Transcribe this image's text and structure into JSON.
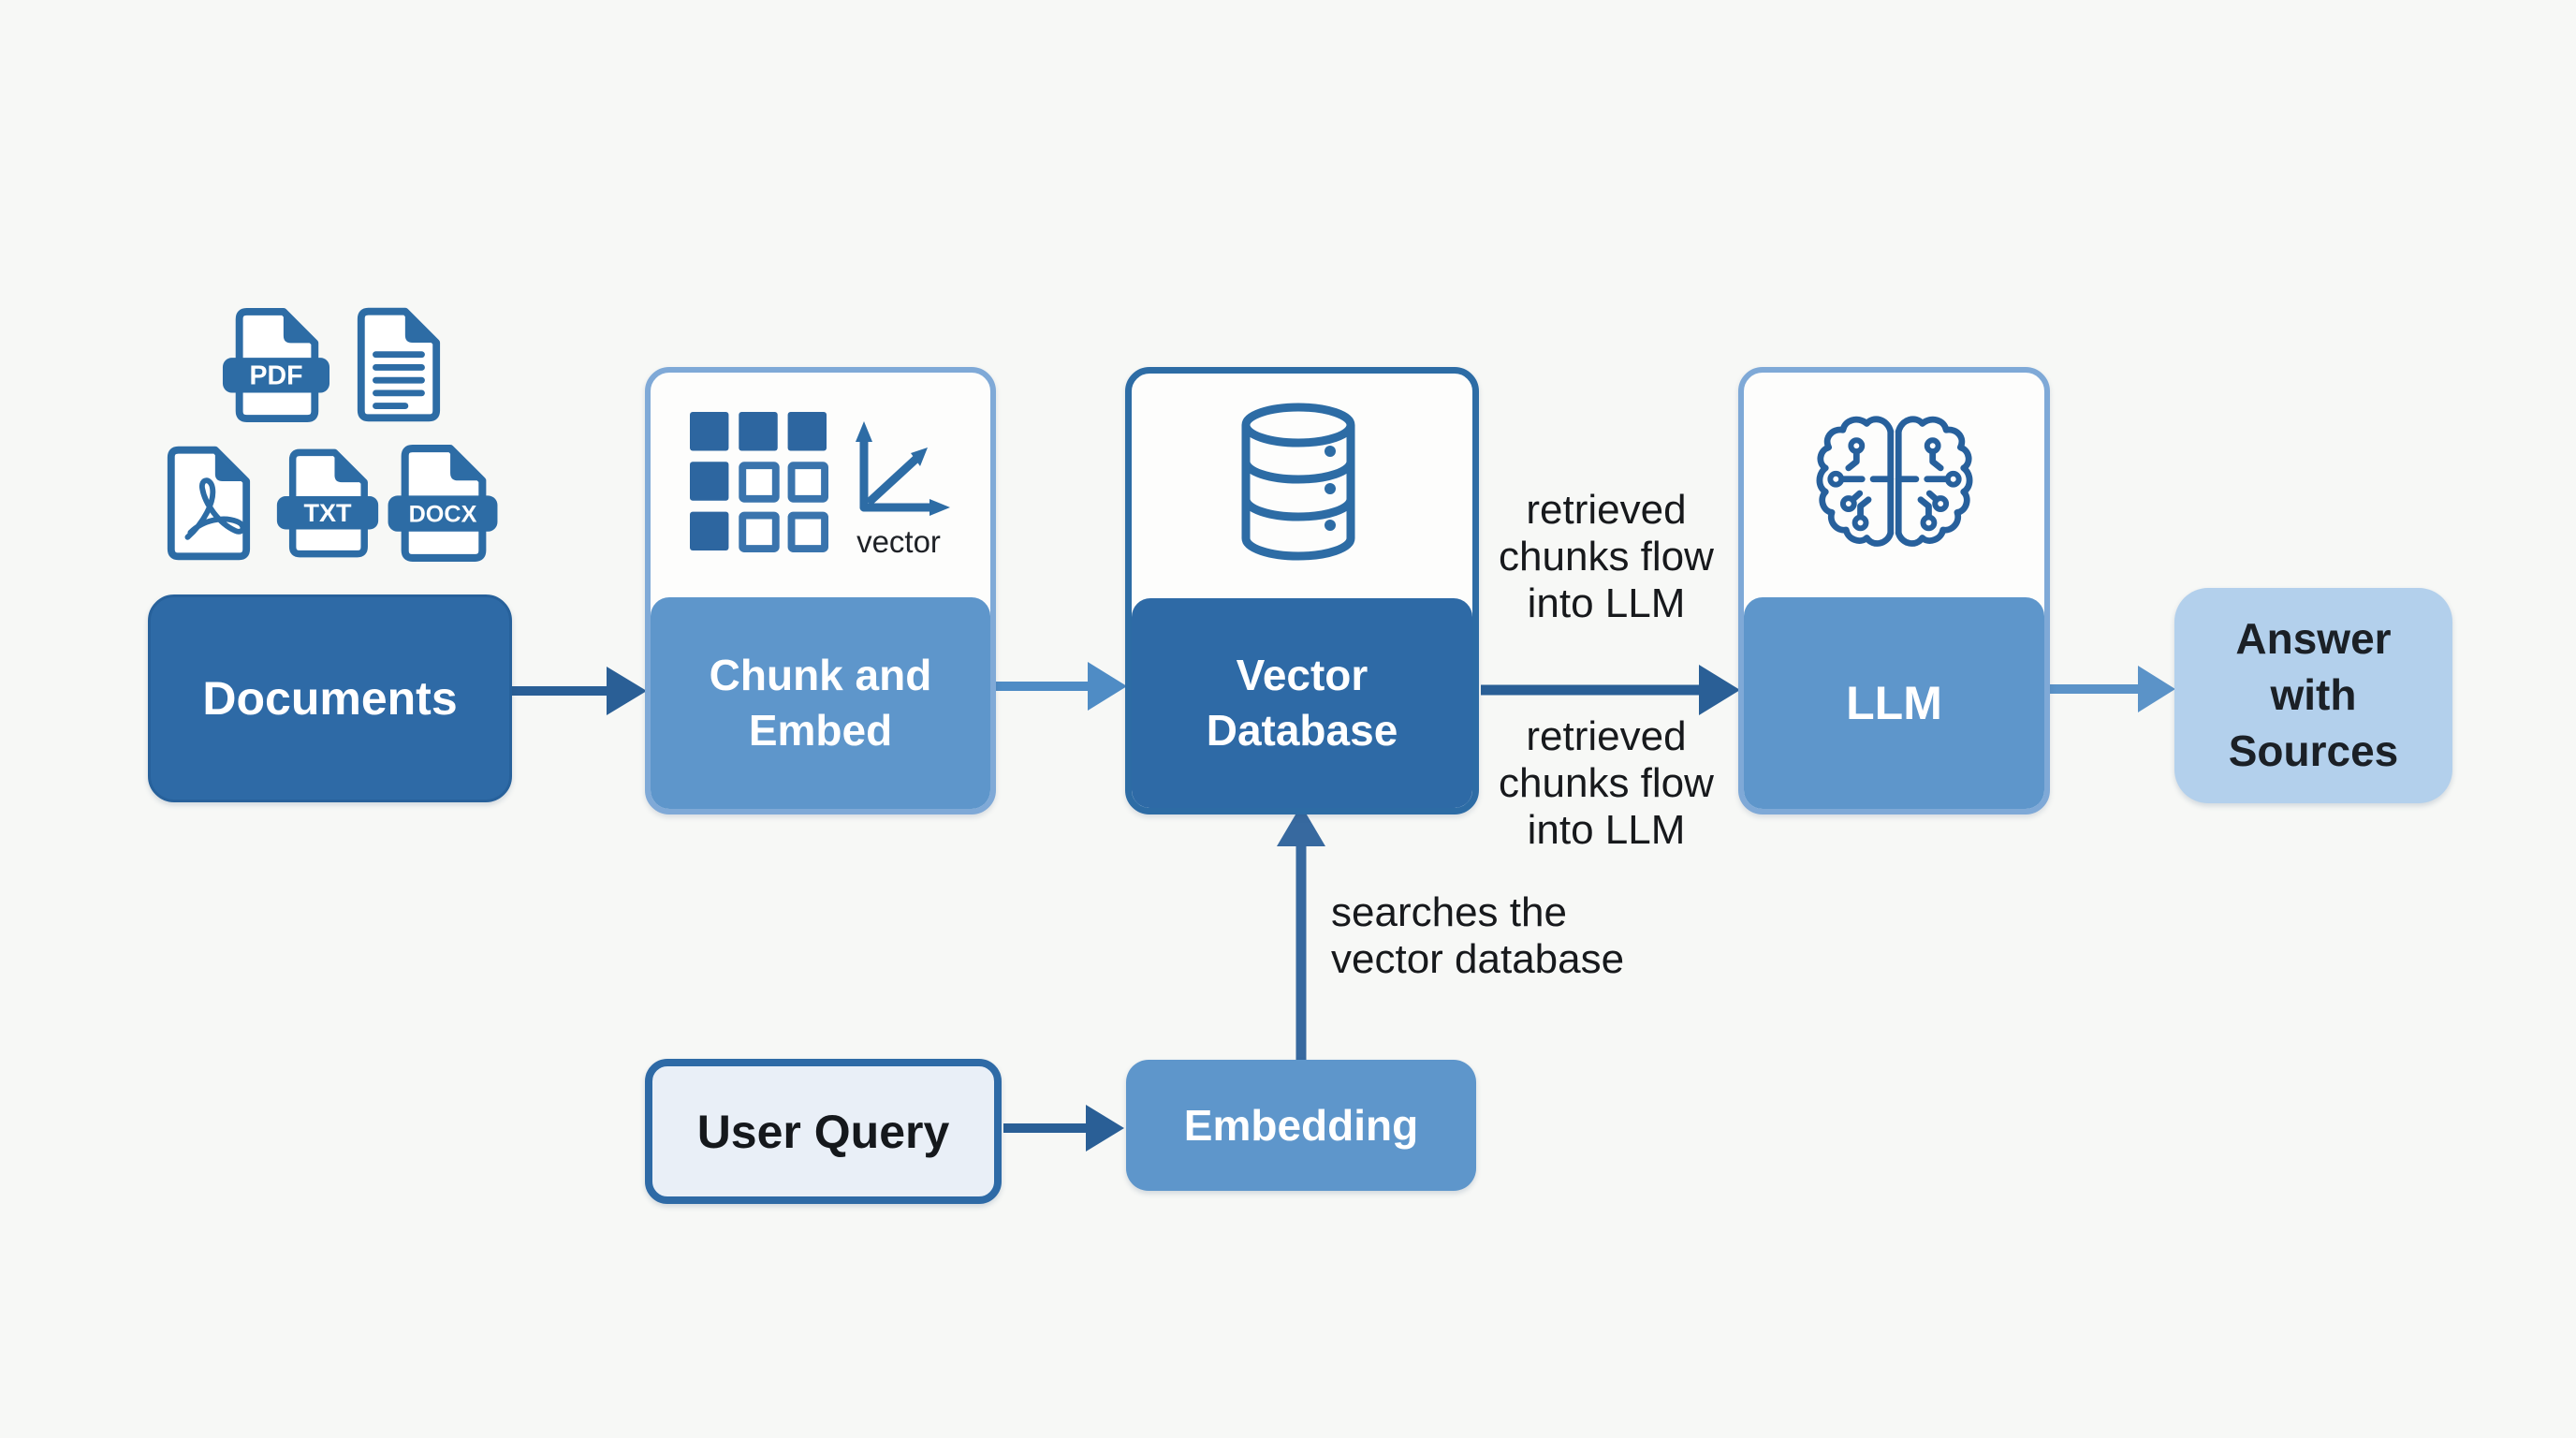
{
  "colors": {
    "background": "#f7f8f6",
    "dark_blue": "#2e6aa6",
    "medium_blue": "#5e96cb",
    "light_blue": "#b3d0ec",
    "pale_blue": "#e9eff7",
    "border_light": "#7fa9d7",
    "border_dark": "#2d6ca5",
    "icon_blue": "#2d6ca5",
    "arrow_dark": "#2a5f96",
    "arrow_medium": "#4f8cc5",
    "text_dark": "#17191c"
  },
  "nodes": {
    "documents": {
      "label": "Documents"
    },
    "chunk_embed": {
      "label": "Chunk and Embed",
      "icon_caption": "vector"
    },
    "vector_database": {
      "label": "Vector Database"
    },
    "llm": {
      "label": "LLM"
    },
    "answer": {
      "label": "Answer with Sources"
    },
    "user_query": {
      "label": "User Query"
    },
    "embedding": {
      "label": "Embedding"
    }
  },
  "file_icons": {
    "pdf_badge": {
      "label": "PDF"
    },
    "txt_badge": {
      "label": "TXT"
    },
    "docx_badge": {
      "label": "DOCX"
    }
  },
  "edge_labels": {
    "retrieved_chunks_top": "retrieved chunks flow into LLM",
    "retrieved_chunks_bottom": "retrieved chunks flow into LLM",
    "searches_vector_database": "searches the vector database"
  }
}
